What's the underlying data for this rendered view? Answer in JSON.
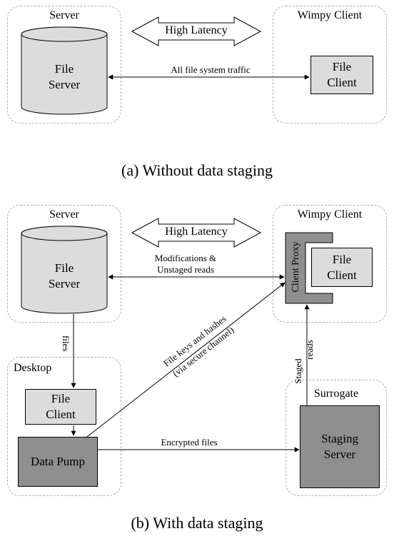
{
  "diagram_a": {
    "server_title": "Server",
    "client_title": "Wimpy Client",
    "latency_label": "High Latency",
    "file_server": "File\nServer",
    "file_client": "File\nClient",
    "traffic_label": "All file system traffic",
    "caption": "(a) Without data staging"
  },
  "diagram_b": {
    "server_title": "Server",
    "client_title": "Wimpy Client",
    "desktop_title": "Desktop",
    "surrogate_title": "Surrogate",
    "latency_label": "High Latency",
    "file_server": "File\nServer",
    "client_proxy": "Client Proxy",
    "file_client_wimpy": "File\nClient",
    "file_client_desktop": "File\nClient",
    "data_pump": "Data Pump",
    "staging_server": "Staging\nServer",
    "mod_label": "Modifications &\nUnstaged reads",
    "files_label": "files",
    "keys_label_1": "File keys and hashes",
    "keys_label_2": "(via secure channel)",
    "encrypted_label": "Encrypted files",
    "staged_label_1": "Staged",
    "staged_label_2": "reads",
    "caption": "(b) With data staging"
  }
}
